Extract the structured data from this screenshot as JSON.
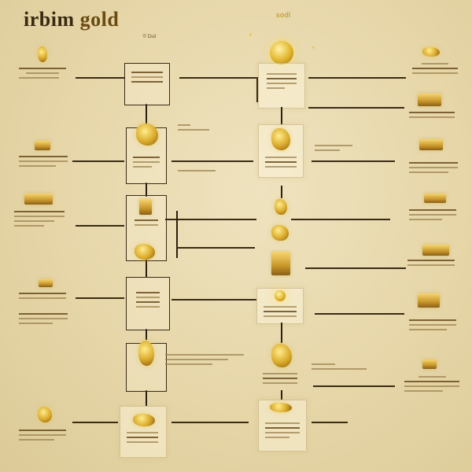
{
  "header": {
    "title_part1": "irbim",
    "title_part2": "gold",
    "small_label": "© Dsd",
    "top_center_label": "sodl"
  },
  "diagram": {
    "nodes": [
      {
        "id": "top-box",
        "caption": ""
      },
      {
        "id": "middle-box",
        "caption": ""
      },
      {
        "id": "lower-box",
        "caption": ""
      }
    ],
    "icons": [
      "gold-coin-icon",
      "gold-figure-icon",
      "gold-bar-icon",
      "gold-nugget-icon",
      "gold-chest-icon",
      "gold-jewelry-icon",
      "gold-hourglass-icon",
      "gold-crown-icon"
    ]
  },
  "colors": {
    "background": "#e6d6a8",
    "line": "#2b1f10",
    "gold": "#d9a92a"
  }
}
